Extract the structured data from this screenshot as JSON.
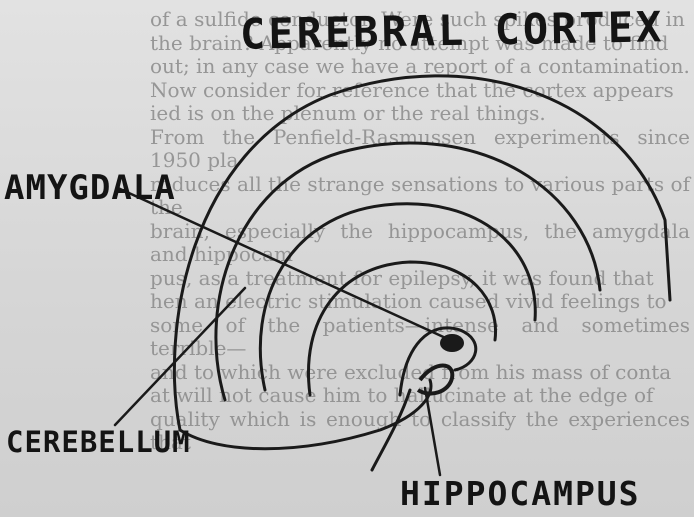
{
  "labels": {
    "cerebral_cortex": "CEREBRAL CORTEX",
    "amygdala": "AMYGDALA",
    "cerebellum": "CEREBELLUM",
    "hippocampus": "HIPPOCAMPUS"
  },
  "background_text": [
    "of a sulfide conductor. Were such spikes produced in",
    "the brain? Apparently no attempt was made to find",
    "out; in any case we have a report of a contamination.",
    "Now consider for reference that the cortex appears",
    "ied is on the plenum or the real things.",
    "From the Penfield-Rasmussen experiments since 1950 pla",
    "roduces all the strange sensations to various parts of the",
    "brain, especially the hippocampus, the amygdala and hippocam",
    "pus, as a treatment for epilepsy, it was found that",
    "hen an electric stimulation caused vivid feelings to",
    "some of the patients—intense and sometimes terrible—",
    "and to which were excluded from his mass of conta",
    "at will not cause him to hallucinate at the edge of",
    "quality which is enough to classify the experiences that"
  ]
}
